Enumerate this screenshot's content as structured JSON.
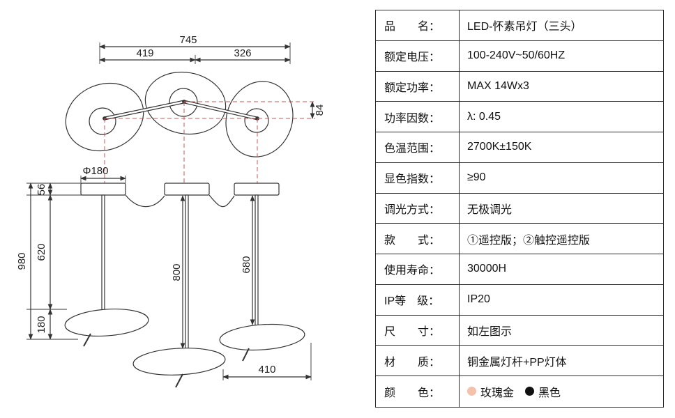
{
  "diagram": {
    "dim_745": "745",
    "dim_419": "419",
    "dim_326": "326",
    "dim_84": "84",
    "dim_phi180": "Φ180",
    "dim_56": "56",
    "dim_620": "620",
    "dim_980": "980",
    "dim_180": "180",
    "dim_800": "800",
    "dim_680": "680",
    "dim_410": "410"
  },
  "spec_table": {
    "rows": [
      {
        "label": "品　　名：",
        "value": "LED-怀素吊灯（三头）"
      },
      {
        "label": "额定电压：",
        "value": "100-240V~50/60HZ"
      },
      {
        "label": "额定功率：",
        "value": "MAX 14Wx3"
      },
      {
        "label": "功率因数：",
        "value": "λ: 0.45"
      },
      {
        "label": "色温范围：",
        "value": "2700K±150K"
      },
      {
        "label": "显色指数：",
        "value": "≥90"
      },
      {
        "label": "调光方式：",
        "value": "无极调光"
      },
      {
        "label": "款　　式：",
        "value": "①遥控版；②触控遥控版"
      },
      {
        "label": "使用寿命：",
        "value": "30000H"
      },
      {
        "label": "IP等　级：",
        "value": "IP20"
      },
      {
        "label": "尺　　寸：",
        "value": "如左图示"
      },
      {
        "label": "材　　质：",
        "value": "铜金属灯杆+PP灯体"
      }
    ],
    "color_row": {
      "label": "颜　　色：",
      "options": [
        {
          "name": "玫瑰金",
          "color": "#f4c1ab"
        },
        {
          "name": "黑色",
          "color": "#111111"
        }
      ]
    }
  },
  "colors": {
    "line": "#333333",
    "text": "#222222",
    "red_dashed": "#c65a5a"
  }
}
